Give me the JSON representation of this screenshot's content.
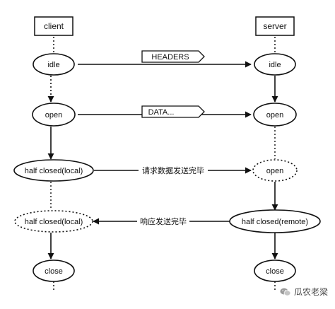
{
  "participants": {
    "client": "client",
    "server": "server"
  },
  "states": {
    "client": [
      "idle",
      "open",
      "half closed(local)",
      "half closed(local)",
      "close"
    ],
    "server": [
      "idle",
      "open",
      "open",
      "half closed(remote)",
      "close"
    ]
  },
  "messages": {
    "headers": "HEADERS",
    "data": "DATA...",
    "request_done": "请求数据发送完毕",
    "response_done": "响应发送完毕"
  },
  "watermark": {
    "text": "瓜农老梁",
    "icon": "wechat-icon"
  }
}
